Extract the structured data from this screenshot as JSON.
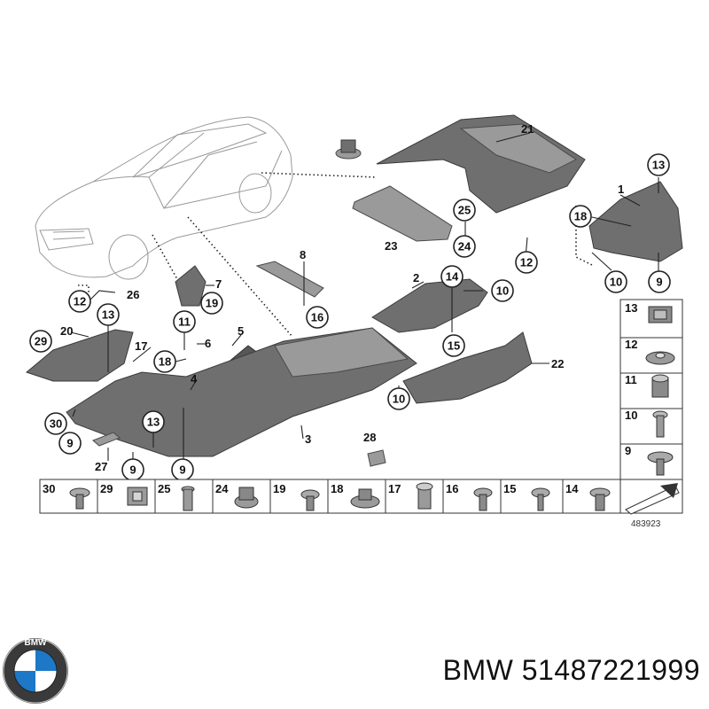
{
  "callouts": {
    "c21": "21",
    "c13a": "13",
    "c1": "1",
    "c18a": "18",
    "c25": "25",
    "c23": "23",
    "c24": "24",
    "c12a": "12",
    "c10a": "10",
    "c9a": "9",
    "c8": "8",
    "c16": "16",
    "c2": "2",
    "c14": "14",
    "c10b": "10",
    "c15": "15",
    "c26": "26",
    "c12b": "12",
    "c13b": "13",
    "c7": "7",
    "c19": "19",
    "c11": "11",
    "c6": "6",
    "c5": "5",
    "c20": "20",
    "c29": "29",
    "c17": "17",
    "c18b": "18",
    "c4": "4",
    "c22": "22",
    "c10c": "10",
    "c30": "30",
    "c9b": "9",
    "c13c": "13",
    "c3": "3",
    "c28": "28",
    "c27": "27",
    "c9c": "9",
    "c9d": "9"
  },
  "fastener_row": [
    "30",
    "29",
    "25",
    "24",
    "19",
    "18",
    "17",
    "16",
    "15",
    "14"
  ],
  "fastener_column": [
    "13",
    "12",
    "11",
    "10",
    "9"
  ],
  "diagram_id": "483923",
  "brand": {
    "logo_letters": "BMW",
    "label": "BMW 51487221999"
  }
}
